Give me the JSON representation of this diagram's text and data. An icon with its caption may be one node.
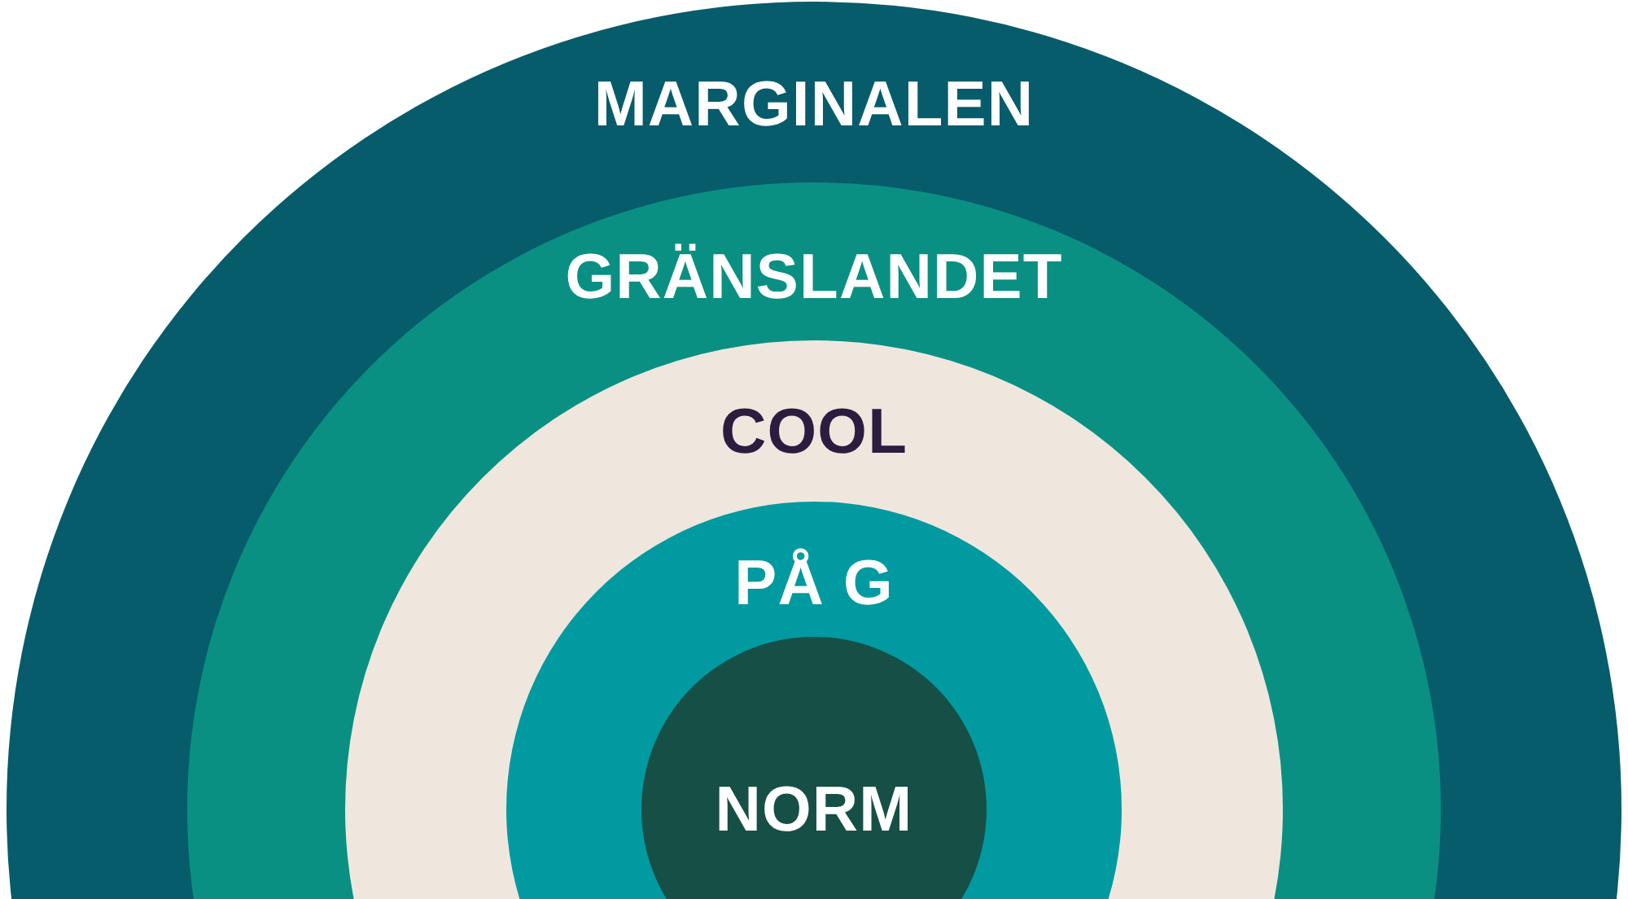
{
  "diagram": {
    "nodes": [
      {
        "text": [
          "MARGINALEN"
        ]
      },
      {
        "text": [
          "GRÄNSLANDET"
        ],
        "in": 0
      },
      {
        "text": [
          "COOL"
        ],
        "in": 1
      },
      {
        "text": [
          "PÅ G"
        ],
        "in": 2
      },
      {
        "text": [
          "NORM"
        ],
        "in": 3
      }
    ]
  }
}
